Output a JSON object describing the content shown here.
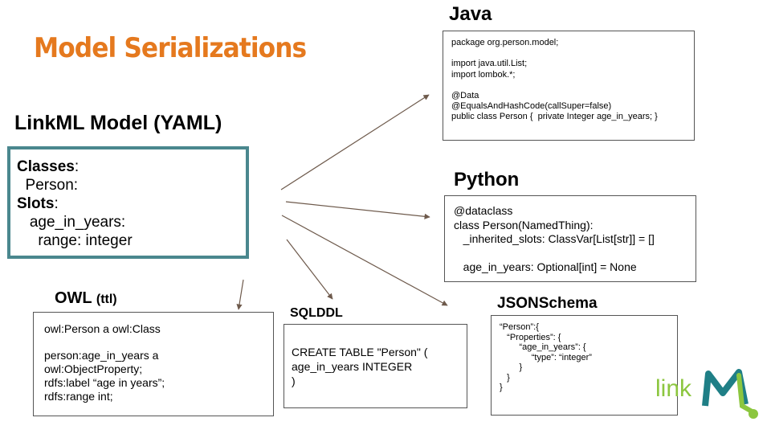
{
  "title": "Model Serializations",
  "linkml": {
    "heading": "LinkML Model (YAML)",
    "lines": [
      {
        "key": "Classes",
        "rest": ":"
      },
      {
        "key": "",
        "rest": "  Person:"
      },
      {
        "key": "Slots",
        "rest": ":"
      },
      {
        "key": "",
        "rest": "   age_in_years:"
      },
      {
        "key": "",
        "rest": "     range: integer"
      }
    ]
  },
  "java": {
    "title": "Java",
    "lines": [
      "package org.person.model;",
      "",
      "import java.util.List;",
      "import lombok.*;",
      "",
      "@Data",
      "@EqualsAndHashCode(callSuper=false)",
      "public class Person {  private Integer age_in_years; }"
    ]
  },
  "python": {
    "title": "Python",
    "lines": [
      "@dataclass",
      "class Person(NamedThing):",
      "   _inherited_slots: ClassVar[List[str]] = []",
      "",
      "   age_in_years: Optional[int] = None"
    ]
  },
  "owl": {
    "title": "OWL",
    "subtitle": "(ttl)",
    "lines": [
      "owl:Person a owl:Class",
      "",
      "person:age_in_years a",
      "owl:ObjectProperty;",
      "rdfs:label “age in years”;",
      "rdfs:range int;"
    ]
  },
  "sqlddl": {
    "title": "SQLDDL",
    "lines": [
      "CREATE TABLE \"Person\" (",
      "age_in_years INTEGER",
      ")"
    ]
  },
  "jsonschema": {
    "title": "JSONSchema",
    "lines": [
      "“Person”:{",
      "   “Properties”: {",
      "        “age_in_years”: {",
      "             “type”: “integer”",
      "        }",
      "   }",
      "}"
    ]
  },
  "logo": {
    "text": "link"
  },
  "colors": {
    "title": "#e5791e",
    "yaml_border": "#4a878e",
    "logo_green": "#8cc63f",
    "logo_teal": "#1f7f86",
    "arrow": "#6e5a4c"
  }
}
